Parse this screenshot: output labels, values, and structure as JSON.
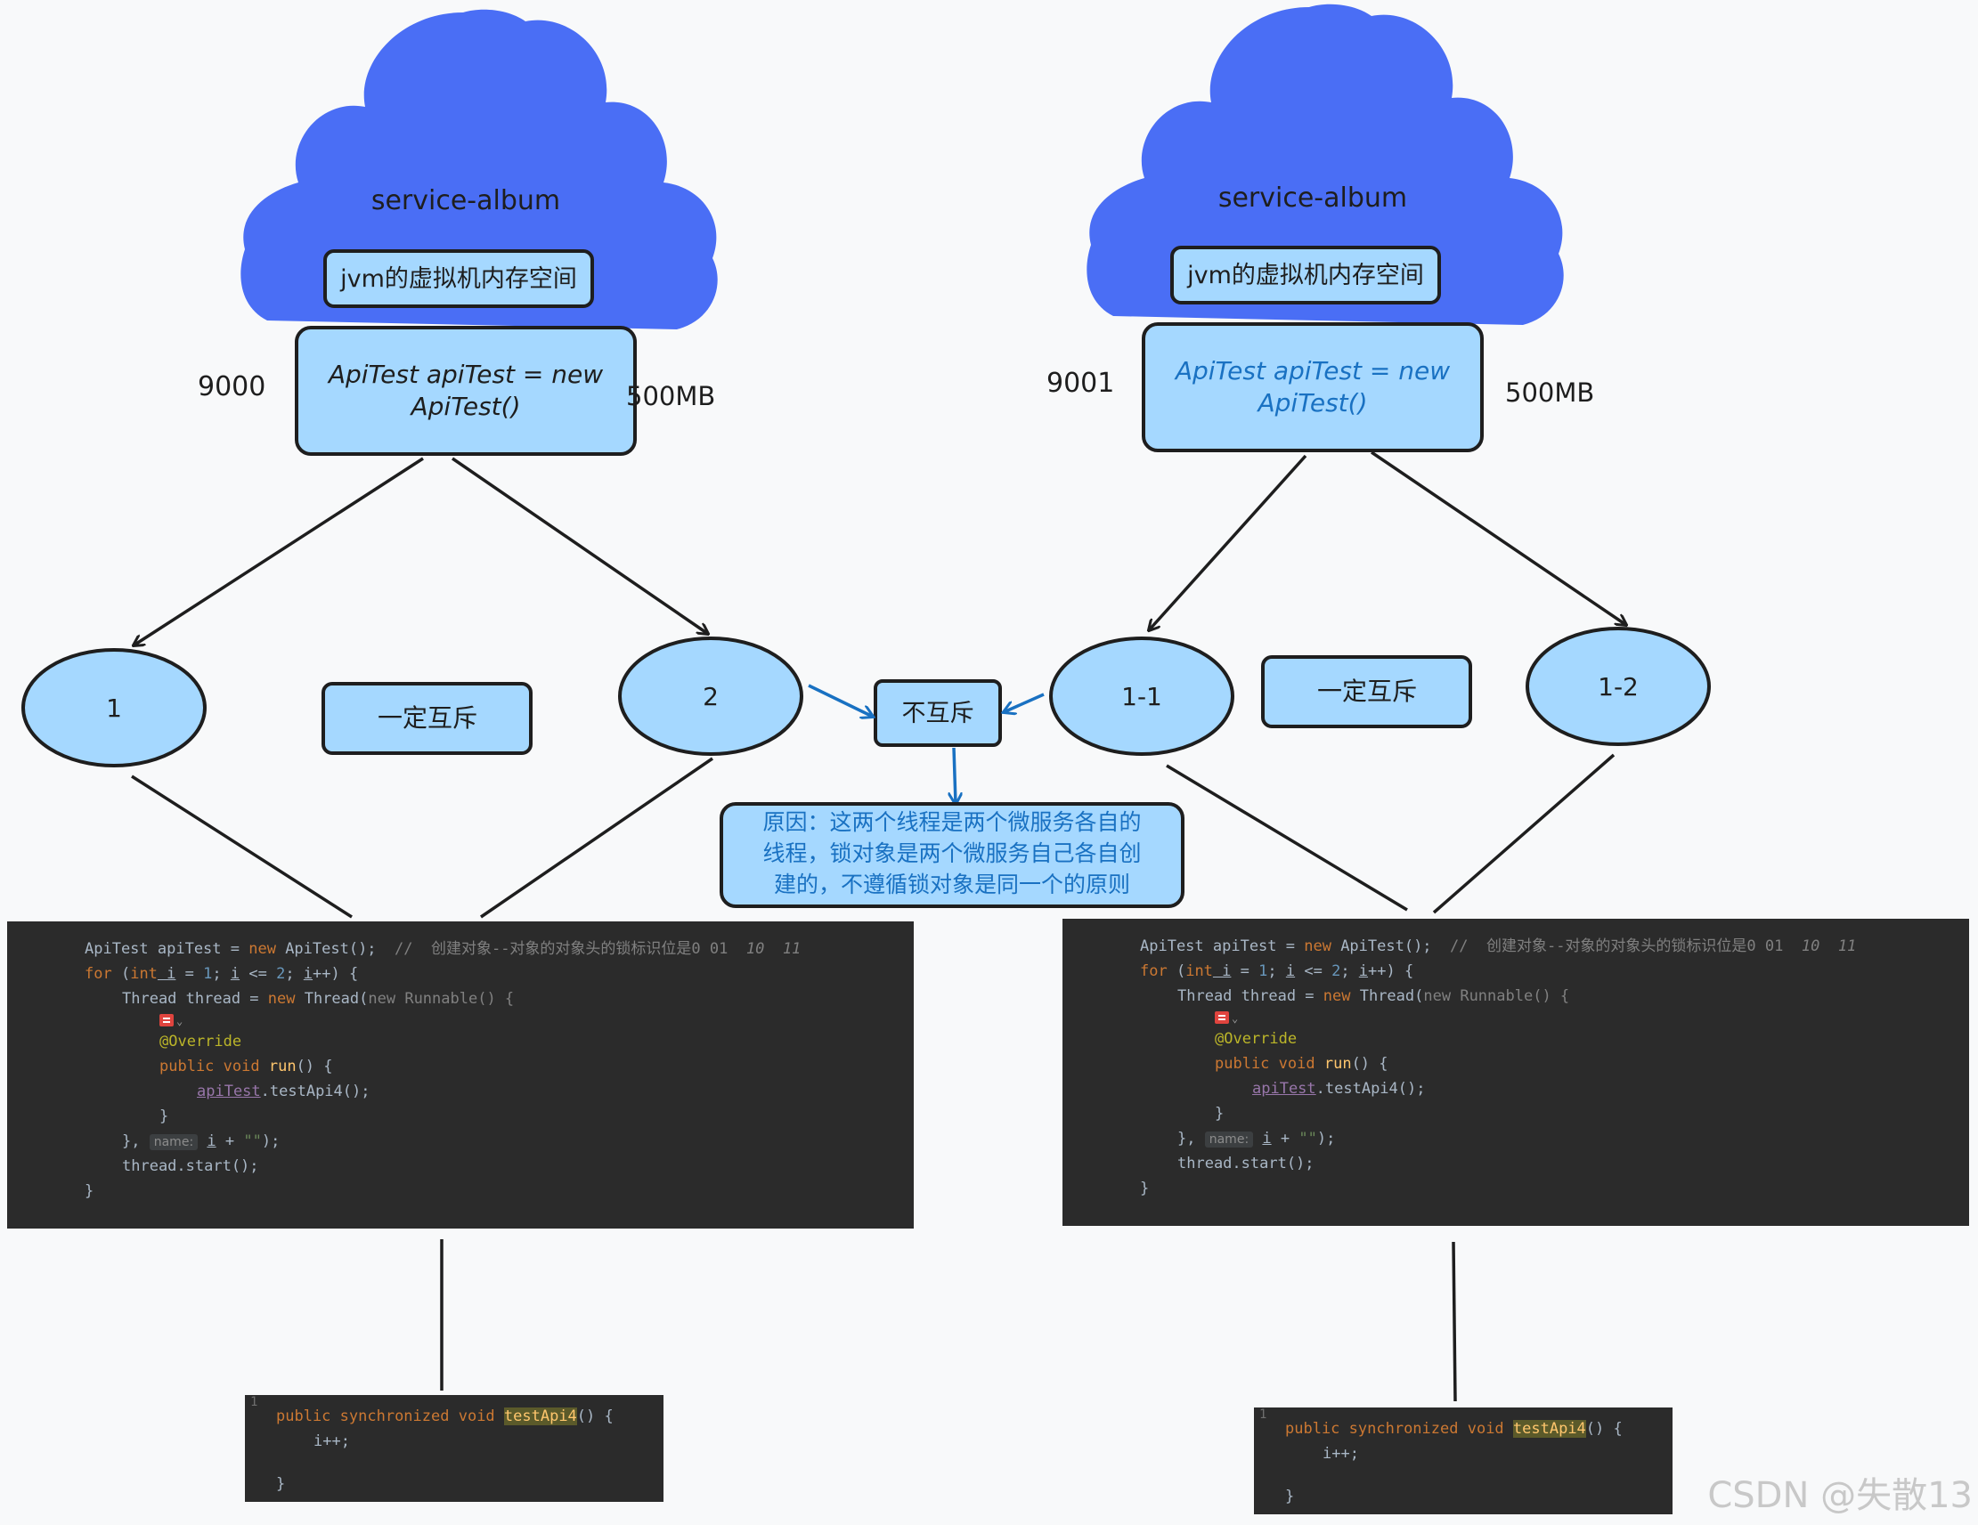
{
  "left": {
    "cloud_label": "service-album",
    "memory_label": "jvm的虚拟机内存空间",
    "object_line1": "ApiTest apiTest = new",
    "object_line2": "ApiTest()",
    "port": "9000",
    "memory_size": "500MB",
    "thread_a": "1",
    "thread_b": "2",
    "mutex_label": "一定互斥"
  },
  "right": {
    "cloud_label": "service-album",
    "memory_label": "jvm的虚拟机内存空间",
    "object_line1": "ApiTest apiTest = new",
    "object_line2": "ApiTest()",
    "port": "9001",
    "memory_size": "500MB",
    "thread_a": "1-1",
    "thread_b": "1-2",
    "mutex_label": "一定互斥"
  },
  "center": {
    "no_mutex_label": "不互斥",
    "reason_line1": "原因：这两个线程是两个微服务各自的",
    "reason_line2": "线程，锁对象是两个微服务自己各自创",
    "reason_line3": "建的，不遵循锁对象是同一个的原则"
  },
  "code": {
    "line1_decl": "ApiTest apiTest = ",
    "line1_new": "new",
    "line1_ctor": " ApiTest();",
    "line1_comment": "  //  创建对象--对象的对象头的锁标识位是0 01  ",
    "line1_n10": "10",
    "line1_n11": "11",
    "for_kw": "for",
    "for_open": " (",
    "int_kw": "int",
    "for_i": " i",
    "for_eq": " = ",
    "for_1": "1",
    "for_semi": "; ",
    "for_i2": "i",
    "for_le": " <= ",
    "for_2": "2",
    "for_semi2": "; ",
    "for_i3": "i",
    "for_end": "++) {",
    "thread_decl": "Thread thread = ",
    "thread_new": "new",
    "thread_ctor": " Thread(",
    "runnable_new": "new",
    "runnable": " Runnable() {",
    "override": "@Override",
    "public_kw": "public",
    "void_kw": " void ",
    "run_fn": "run",
    "run_rest": "() {",
    "field": "apiTest",
    "call": ".testApi4();",
    "close_inner": "}",
    "close_args": "},",
    "hint_name": "name:",
    "hint_i": "i",
    "plus": " + ",
    "empty_str": "\"\"",
    "close_paren": ");",
    "start": "thread.start();",
    "close_outer": "}"
  },
  "method": {
    "public_kw": "public",
    "sync_kw": " synchronized",
    "void_kw": " void ",
    "name": "testApi4",
    "rest": "() {",
    "body": "i++;",
    "close": "}",
    "gutter": "1"
  },
  "watermark": "CSDN @失散13",
  "colors": {
    "cloud": "#4a6ef5",
    "node_fill": "#a5d8ff",
    "stroke": "#1e1e1e",
    "blue_text": "#1971c2",
    "arrow_blue": "#1971c2",
    "code_bg": "#2b2b2b"
  }
}
